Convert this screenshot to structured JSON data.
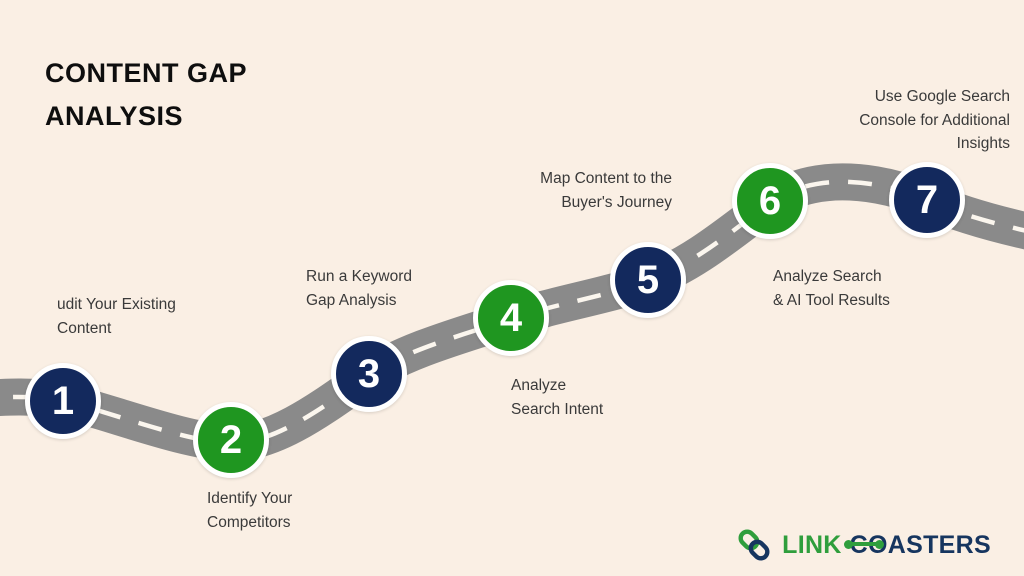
{
  "title": "CONTENT GAP ANALYSIS",
  "steps": [
    {
      "number": "1",
      "label": "udit Your Existing\nContent",
      "marker_color": "#13295d"
    },
    {
      "number": "2",
      "label": "Identify Your\nCompetitors",
      "marker_color": "#1f9620"
    },
    {
      "number": "3",
      "label": "Run a Keyword\nGap Analysis",
      "marker_color": "#13295d"
    },
    {
      "number": "4",
      "label": "Analyze\nSearch Intent",
      "marker_color": "#1f9620"
    },
    {
      "number": "5",
      "label": "Map Content to the\nBuyer's Journey",
      "marker_color": "#13295d"
    },
    {
      "number": "6",
      "label": "Analyze Search\n& AI Tool Results",
      "marker_color": "#1f9620"
    },
    {
      "number": "7",
      "label": "Use Google Search\nConsole for Additional\nInsights",
      "marker_color": "#13295d"
    }
  ],
  "logo": {
    "word1": "LINK",
    "word2_co": "CO",
    "word2_rest": "ASTERS",
    "icon": "chain-link-icon"
  },
  "colors": {
    "background": "#faefe4",
    "road": "#8a8a8a",
    "road_dash": "#fbf6ee",
    "marker_navy": "#13295d",
    "marker_green": "#1f9620",
    "title_text": "#0e0e0e",
    "label_text": "#3a3a3a",
    "logo_green": "#2f9e3c",
    "logo_navy": "#16355f"
  }
}
